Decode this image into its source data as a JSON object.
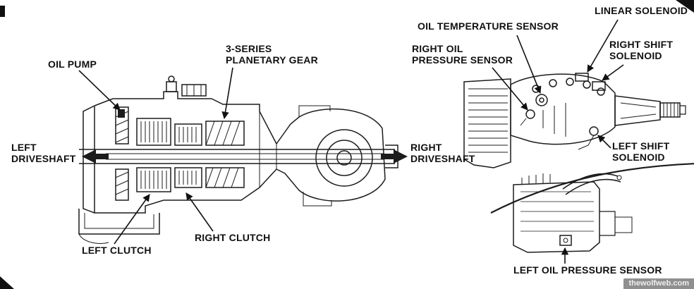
{
  "page": {
    "background": "#ffffff",
    "line_color": "#1c1c1c"
  },
  "labels": {
    "oil_pump": "OIL PUMP",
    "planetary_gear": "3-SERIES\nPLANETARY GEAR",
    "left_driveshaft": "LEFT\nDRIVESHAFT",
    "right_driveshaft": "RIGHT\nDRIVESHAFT",
    "left_clutch": "LEFT CLUTCH",
    "right_clutch": "RIGHT CLUTCH",
    "oil_temperature_sensor": "OIL TEMPERATURE SENSOR",
    "linear_solenoid": "LINEAR SOLENOID",
    "right_oil_pressure_sensor": "RIGHT OIL\nPRESSURE SENSOR",
    "right_shift_solenoid": "RIGHT SHIFT\nSOLENOID",
    "left_shift_solenoid": "LEFT SHIFT\nSOLENOID",
    "left_oil_pressure_sensor": "LEFT OIL PRESSURE SENSOR"
  },
  "watermark": "thewolfweb.com"
}
